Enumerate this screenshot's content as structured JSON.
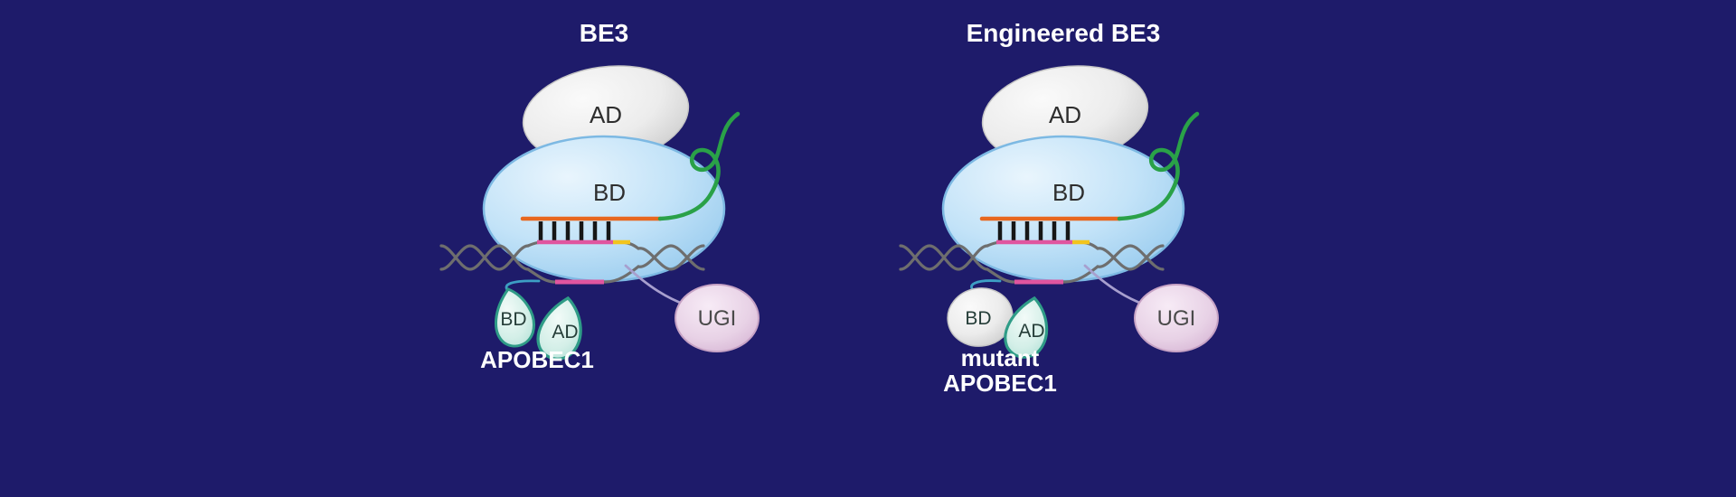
{
  "figure": {
    "background_color": "#1e1b6a",
    "panels": [
      {
        "title": "BE3",
        "deaminase_label": "AD",
        "binding_label": "BD",
        "apobec": {
          "bd_label": "BD",
          "ad_label": "AD",
          "caption_line1": "APOBEC1",
          "caption_line2": ""
        },
        "ugi_label": "UGI"
      },
      {
        "title": "Engineered BE3",
        "deaminase_label": "AD",
        "binding_label": "BD",
        "apobec": {
          "bd_label": "BD",
          "ad_label": "AD",
          "caption_line1": "mutant",
          "caption_line2": "APOBEC1"
        },
        "ugi_label": "UGI"
      }
    ],
    "colors": {
      "background": "#1e1b6a",
      "cas9_body_blue": "#bfe0f7",
      "cas9_outline_blue": "#7db9e3",
      "deaminase_gray": "#ececec",
      "sgrna_green": "#2aa148",
      "spacer_orange": "#e8671f",
      "dna_gray": "#6e6e6e",
      "basepair_black": "#161616",
      "editing_window_pink": "#e0559f",
      "pam_yellow": "#f2c41d",
      "apobec_teal_fill": "#d4efe8",
      "apobec_teal_outline": "#2f9c87",
      "ugi_pink": "#e8d2e6",
      "ugi_outline": "#c7a3c5",
      "linker_blue": "#3d9fc4",
      "linker_purple": "#a79fce",
      "title_white": "#ffffff",
      "label_dark": "#2e2e2e"
    }
  }
}
